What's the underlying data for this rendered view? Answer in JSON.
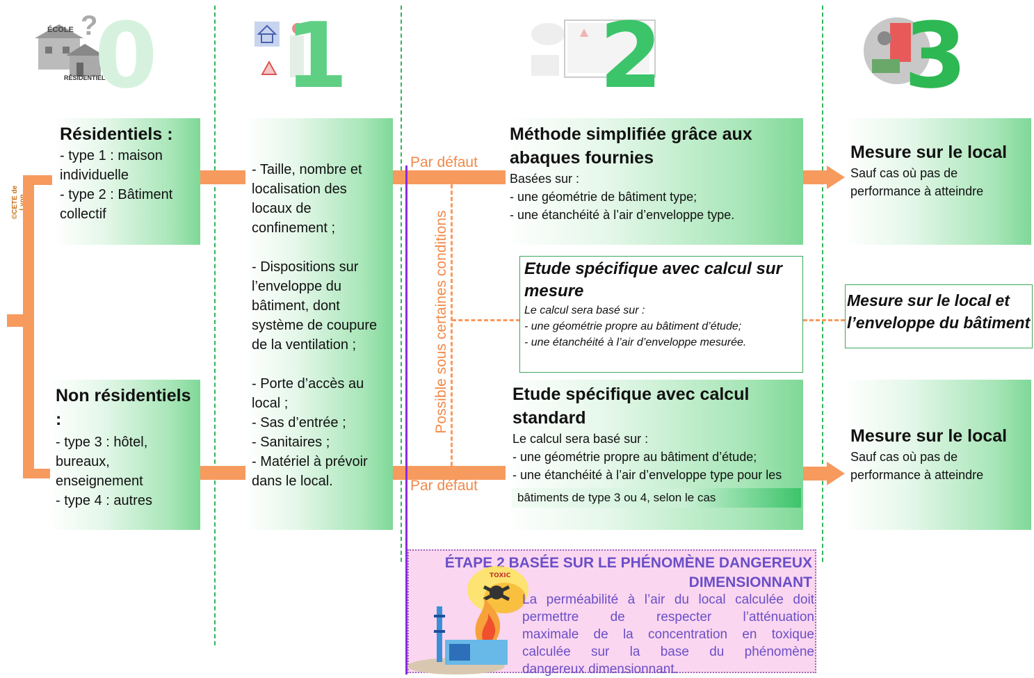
{
  "stages": [
    "0",
    "1",
    "2",
    "3"
  ],
  "stage0_icon": {
    "top": "ÉCOLE",
    "mark": "?",
    "bottom": "RÉSIDENTIEL"
  },
  "copyright": "©CETE de Lyon",
  "col0": {
    "residentiels": {
      "title": "Résidentiels :",
      "lines": [
        "- type 1 : maison",
        "individuelle",
        "- type 2 : Bâtiment",
        "collectif"
      ]
    },
    "non_residentiels": {
      "title": "Non résidentiels :",
      "lines": [
        "- type 3 : hôtel,",
        "bureaux, enseignement",
        "- type 4 : autres"
      ]
    }
  },
  "col1": {
    "lines": [
      "- Taille, nombre et",
      "localisation des",
      "locaux de",
      "confinement ;",
      "",
      "- Dispositions sur",
      "l’enveloppe du",
      "bâtiment, dont",
      "système de coupure",
      "de la ventilation ;",
      "",
      "- Porte d’accès au",
      "local ;",
      "- Sas d’entrée ;",
      "- Sanitaires ;",
      "- Matériel à prévoir",
      "dans le local."
    ]
  },
  "connectors": {
    "par_defaut_top": "Par défaut",
    "par_defaut_bottom": "Par défaut",
    "vertical_label": "Possible sous certaines conditions"
  },
  "col2": {
    "simplified": {
      "title": [
        "Méthode simplifiée grâce aux",
        "abaques fournies"
      ],
      "lines": [
        "Basées sur :",
        "- une géométrie de bâtiment type;",
        "- une étanchéité à l’air d’enveloppe type."
      ]
    },
    "specific_measure": {
      "title": [
        "Etude spécifique avec calcul sur",
        "mesure"
      ],
      "lines": [
        "Le calcul sera basé sur :",
        "- une géométrie propre au bâtiment d’étude;",
        "- une étanchéité à l’air d’enveloppe mesurée."
      ]
    },
    "specific_standard": {
      "title": [
        "Etude spécifique avec calcul",
        "standard"
      ],
      "lines": [
        "Le calcul sera basé sur :",
        "- une géométrie propre au bâtiment d’étude;",
        "- une étanchéité à l’air d’enveloppe type pour les"
      ],
      "last_line": "bâtiments de type 3 ou 4, selon le cas"
    }
  },
  "col3": {
    "top": {
      "title": "Mesure sur  le local",
      "lines": [
        "Sauf cas où pas de",
        "performance à atteindre"
      ]
    },
    "middle": {
      "title": [
        "Mesure sur le local et",
        "l’enveloppe du bâtiment"
      ]
    },
    "bottom": {
      "title": "Mesure sur  le local",
      "lines": [
        "Sauf cas où pas de",
        "performance à atteindre"
      ]
    }
  },
  "hazard": {
    "title": [
      "ÉTAPE 2 BASÉE SUR LE PHÉNOMÈNE DANGEREUX",
      "DIMENSIONNANT"
    ],
    "lines": [
      "La perméabilité à l’air  du local calculée doit",
      "permettre  de  respecter  l’atténuation",
      "maximale de la concentration en toxique",
      "calculée  sur  la  base  du  phénomène",
      "dangereux dimensionnant."
    ],
    "toxic_label": "TOXIC"
  },
  "colors": {
    "orange": "#f79a5e",
    "green": "#2fb55a",
    "purple": "#8a2be2",
    "hazard_text": "#6a4fc8",
    "hazard_bg": "#fbd6f0"
  }
}
